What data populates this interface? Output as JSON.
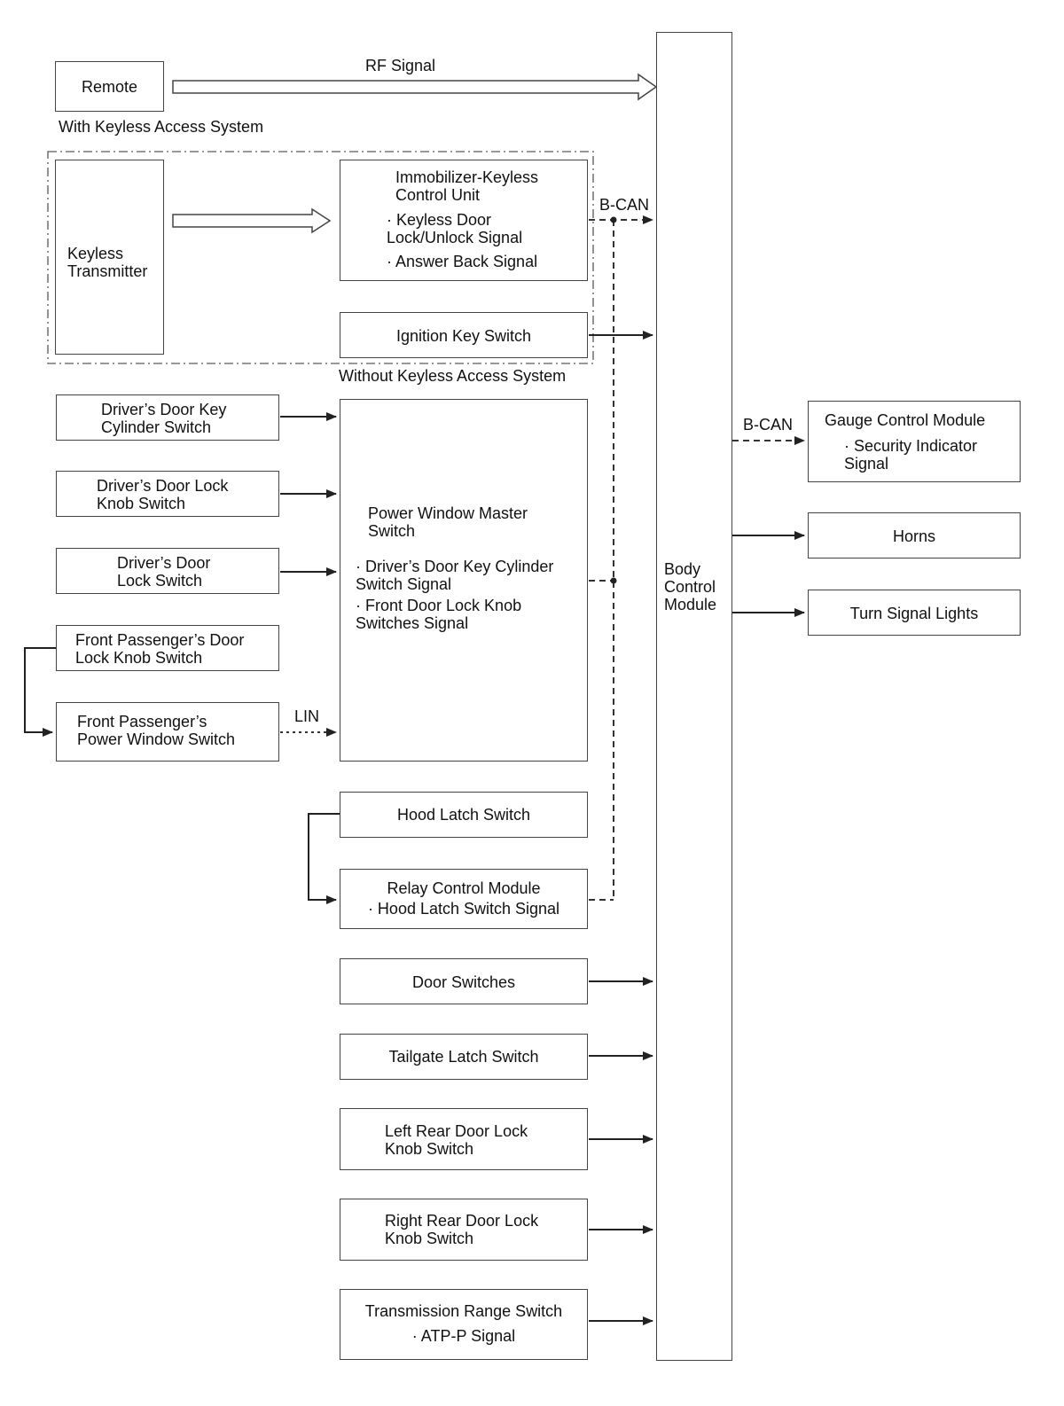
{
  "signals": {
    "rf": "RF Signal",
    "bcan_top": "B-CAN",
    "bcan_right": "B-CAN",
    "lin": "LIN"
  },
  "groups": {
    "with_keyless": "With Keyless Access System",
    "without_keyless": "Without Keyless Access System"
  },
  "blocks": {
    "remote": "Remote",
    "keyless_transmitter": "Keyless\nTransmitter",
    "immobilizer_title": "Immobilizer-Keyless\nControl Unit",
    "immobilizer_sig1": "· Keyless Door\nLock/Unlock Signal",
    "immobilizer_sig2": "· Answer Back Signal",
    "ignition_key": "Ignition Key Switch",
    "drivers_door_key_cyl": "Driver’s Door Key\nCylinder Switch",
    "drivers_door_lock_knob": "Driver’s Door Lock\nKnob Switch",
    "drivers_door_lock_switch": "Driver’s Door\nLock Switch",
    "front_pass_lock_knob": "Front Passenger’s Door\nLock Knob Switch",
    "front_pass_pw_switch": "Front Passenger’s\nPower Window Switch",
    "pwm_title": "Power Window Master\nSwitch",
    "pwm_sig1": "· Driver’s Door Key Cylinder\nSwitch Signal",
    "pwm_sig2": "· Front Door Lock Knob\nSwitches Signal",
    "hood_latch": "Hood Latch Switch",
    "relay_title": "Relay Control Module",
    "relay_sig": "· Hood Latch Switch Signal",
    "door_switches": "Door Switches",
    "tailgate_latch": "Tailgate Latch Switch",
    "left_rear_knob": "Left Rear Door Lock\nKnob Switch",
    "right_rear_knob": "Right Rear Door Lock\nKnob Switch",
    "trans_range_title": "Transmission Range Switch",
    "trans_range_sig": "· ATP-P Signal",
    "bcm": "Body\nControl\nModule",
    "gauge_title": "Gauge Control Module",
    "gauge_sig": "· Security Indicator\nSignal",
    "horns": "Horns",
    "turn_signal": "Turn Signal Lights"
  }
}
